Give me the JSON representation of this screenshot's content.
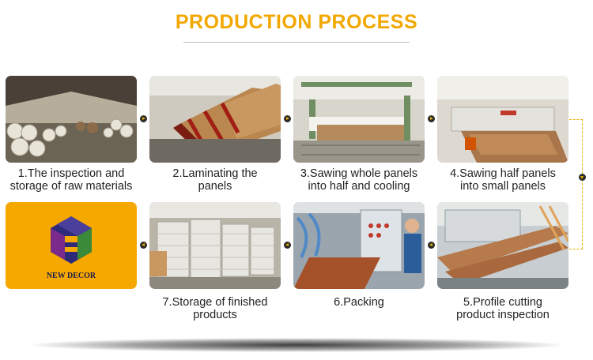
{
  "header": {
    "title": "PRODUCTION PROCESS"
  },
  "steps": [
    {
      "caption_line1": "1.The inspection and",
      "caption_line2": "storage of raw materials"
    },
    {
      "caption_line1": "2.Laminating the",
      "caption_line2": "panels"
    },
    {
      "caption_line1": "3.Sawing whole panels",
      "caption_line2": "into half and cooling"
    },
    {
      "caption_line1": "4.Sawing half panels",
      "caption_line2": "into small panels"
    },
    {
      "caption_line1": "5.Profile cutting",
      "caption_line2": "product inspection"
    },
    {
      "caption_line1": "6.Packing",
      "caption_line2": ""
    },
    {
      "caption_line1": "7.Storage of finished",
      "caption_line2": "products"
    }
  ],
  "logo": {
    "text": "NEW DECOR",
    "background_color": "#f5a800",
    "mark_colors": [
      "#2e2a7a",
      "#3a8a3a",
      "#7a2a8a"
    ]
  },
  "accent_color": "#f2a800"
}
